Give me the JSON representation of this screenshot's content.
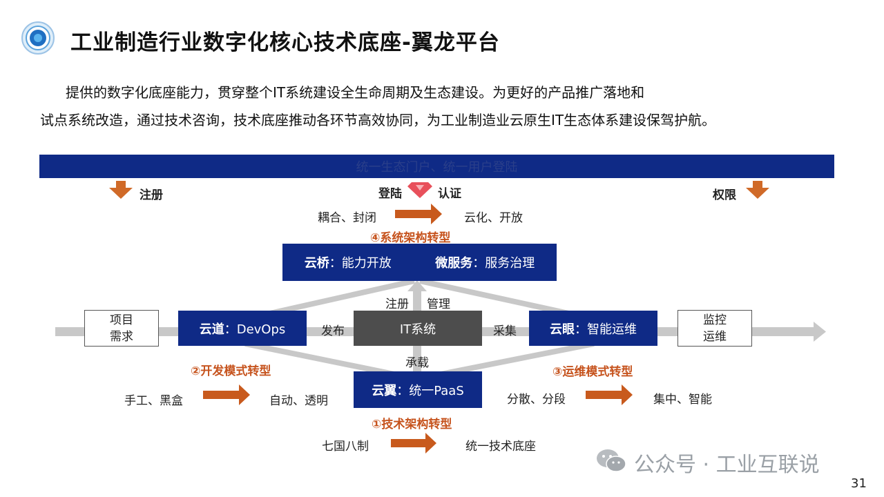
{
  "header": {
    "title": "工业制造行业数字化核心技术底座-翼龙平台"
  },
  "intro": {
    "line1": "提供的数字化底座能力，贯穿整个IT系统建设全生命周期及生态建设。为更好的产品推广落地和",
    "line2": "试点系统改造，通过技术咨询，技术底座推动各环节高效协同，为工业制造业云原生IT生态体系建设保驾护航。"
  },
  "top_banner": {
    "text": "统一生态门户、统一用户登陆"
  },
  "top_labels": {
    "register": "注册",
    "login": "登陆",
    "auth": "认证",
    "permission": "权限"
  },
  "transforms": {
    "system_arch": {
      "from": "耦合、封闭",
      "to": "云化、开放",
      "label": "④系统架构转型"
    },
    "dev_mode": {
      "from": "手工、黑盒",
      "to": "自动、透明",
      "label": "②开发模式转型"
    },
    "ops_mode": {
      "from": "分散、分段",
      "to": "集中、智能",
      "label": "③运维模式转型"
    },
    "tech_arch": {
      "from": "七国八制",
      "to": "统一技术底座",
      "label": "①技术架构转型"
    }
  },
  "boxes": {
    "yunqiao_bold": "云桥",
    "yunqiao_text": "：能力开放",
    "microservice_bold": "微服务",
    "microservice_text": "：服务治理",
    "yundao_bold": "云道",
    "yundao_text": "：DevOps",
    "it_system": "IT系统",
    "yunyan_bold": "云眼",
    "yunyan_text": "：智能运维",
    "yunyi_bold": "云翼",
    "yunyi_text": "：统一PaaS",
    "demand_line1": "项目",
    "demand_line2": "需求",
    "monitor_line1": "监控",
    "monitor_line2": "运维"
  },
  "connectors": {
    "register": "注册",
    "manage": "管理",
    "publish": "发布",
    "collect": "采集",
    "carry": "承载"
  },
  "watermark": "公众号 · 工业互联说",
  "page_number": "31",
  "colors": {
    "navy": "#0f2a86",
    "orange": "#c6531d",
    "gray": "#c8c8c8",
    "dark_gray": "#4d4d4d"
  }
}
